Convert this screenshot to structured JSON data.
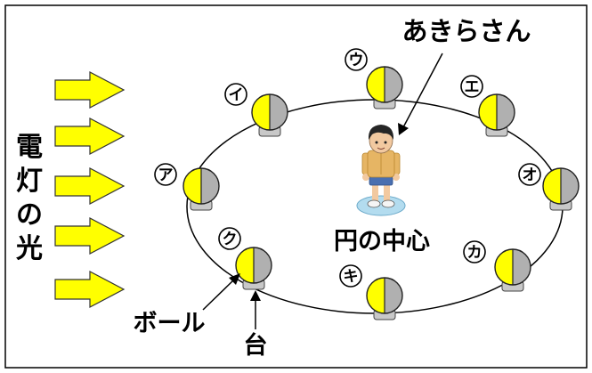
{
  "light_label": "電灯の光",
  "person_label": "あきらさん",
  "center_label": "円の中心",
  "ball_label": "ボール",
  "stand_label": "台",
  "balls": [
    {
      "id": "a",
      "mark": "ア"
    },
    {
      "id": "i",
      "mark": "イ"
    },
    {
      "id": "u",
      "mark": "ウ"
    },
    {
      "id": "e",
      "mark": "エ"
    },
    {
      "id": "o",
      "mark": "オ"
    },
    {
      "id": "ka",
      "mark": "カ"
    },
    {
      "id": "ki",
      "mark": "キ"
    },
    {
      "id": "ku",
      "mark": "ク"
    }
  ],
  "colors": {
    "lit_side": "#ffff00",
    "dark_side": "#b0b0b0",
    "arrow_fill": "#ffff00",
    "stand": "#c8c8c8",
    "floor_circle": "#b3dcef",
    "shirt": "#e6b564",
    "pants": "#4a6fb0",
    "hair": "#262626"
  }
}
